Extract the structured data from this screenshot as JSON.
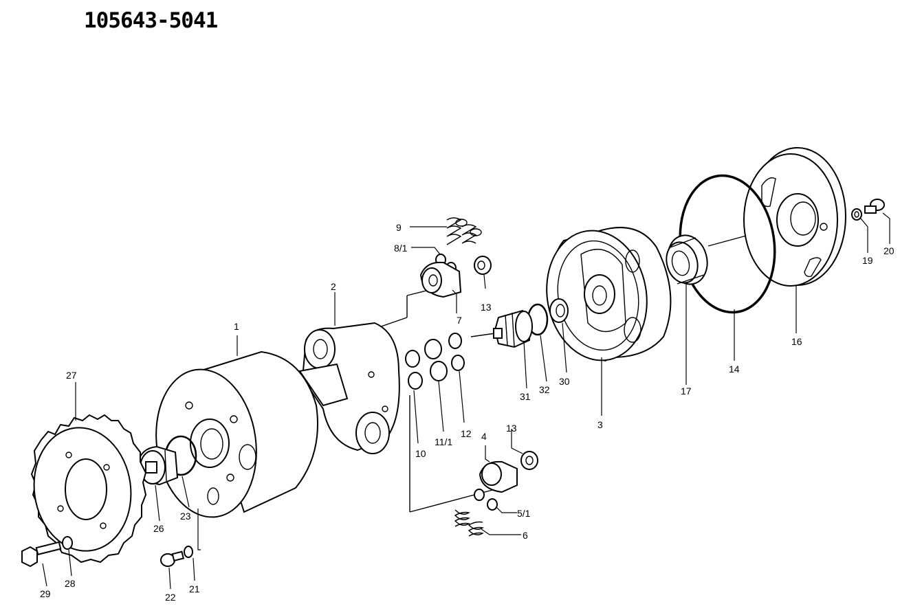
{
  "header": {
    "part_number": "105643-5041"
  },
  "callouts": [
    {
      "id": "c1",
      "text": "1"
    },
    {
      "id": "c2",
      "text": "2"
    },
    {
      "id": "c3",
      "text": "3"
    },
    {
      "id": "c4",
      "text": "4"
    },
    {
      "id": "c5_1",
      "text": "5/1"
    },
    {
      "id": "c6",
      "text": "6"
    },
    {
      "id": "c7",
      "text": "7"
    },
    {
      "id": "c8_1",
      "text": "8/1"
    },
    {
      "id": "c9",
      "text": "9"
    },
    {
      "id": "c10",
      "text": "10"
    },
    {
      "id": "c11_1",
      "text": "11/1"
    },
    {
      "id": "c12",
      "text": "12"
    },
    {
      "id": "c13a",
      "text": "13"
    },
    {
      "id": "c13b",
      "text": "13"
    },
    {
      "id": "c14",
      "text": "14"
    },
    {
      "id": "c16",
      "text": "16"
    },
    {
      "id": "c17",
      "text": "17"
    },
    {
      "id": "c19",
      "text": "19"
    },
    {
      "id": "c20",
      "text": "20"
    },
    {
      "id": "c21",
      "text": "21"
    },
    {
      "id": "c22",
      "text": "22"
    },
    {
      "id": "c23",
      "text": "23"
    },
    {
      "id": "c26",
      "text": "26"
    },
    {
      "id": "c27",
      "text": "27"
    },
    {
      "id": "c28",
      "text": "28"
    },
    {
      "id": "c29",
      "text": "29"
    },
    {
      "id": "c30",
      "text": "30"
    },
    {
      "id": "c31",
      "text": "31"
    },
    {
      "id": "c32",
      "text": "32"
    }
  ]
}
